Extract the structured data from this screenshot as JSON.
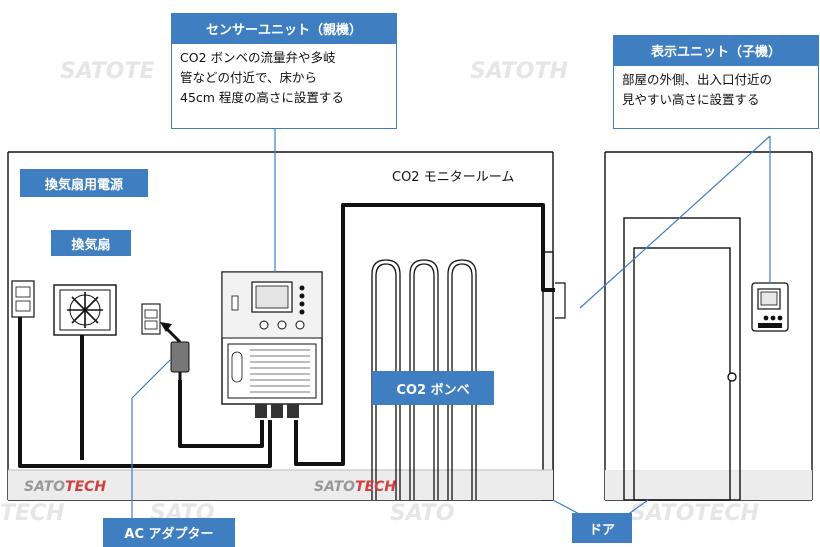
{
  "labels": {
    "sensor_unit": "センサーユニット（親機）",
    "display_unit": "表示ユニット（子機）",
    "fan_power": "換気扇用電源",
    "fan": "換気扇",
    "co2_cylinder": "CO2 ボンベ",
    "ac_adapter": "AC アダプター",
    "door": "ドア"
  },
  "descriptions": {
    "sensor_unit": [
      "CO2 ボンベの流量弁や多岐",
      "管などの付近で、床から",
      "45cm 程度の高さに設置する"
    ],
    "display_unit": [
      "部屋の外側、出入口付近の",
      "見やすい高さに設置する"
    ]
  },
  "room_title": "CO2 モニタールーム",
  "watermark": {
    "brand_a": "SATO",
    "brand_b": "TECH",
    "faint": "SATOTECH"
  },
  "colors": {
    "label_bg": "#3f7fc1",
    "line": "#111111",
    "watermark_gray": "#9a9a9a",
    "watermark_red": "#d04040"
  }
}
